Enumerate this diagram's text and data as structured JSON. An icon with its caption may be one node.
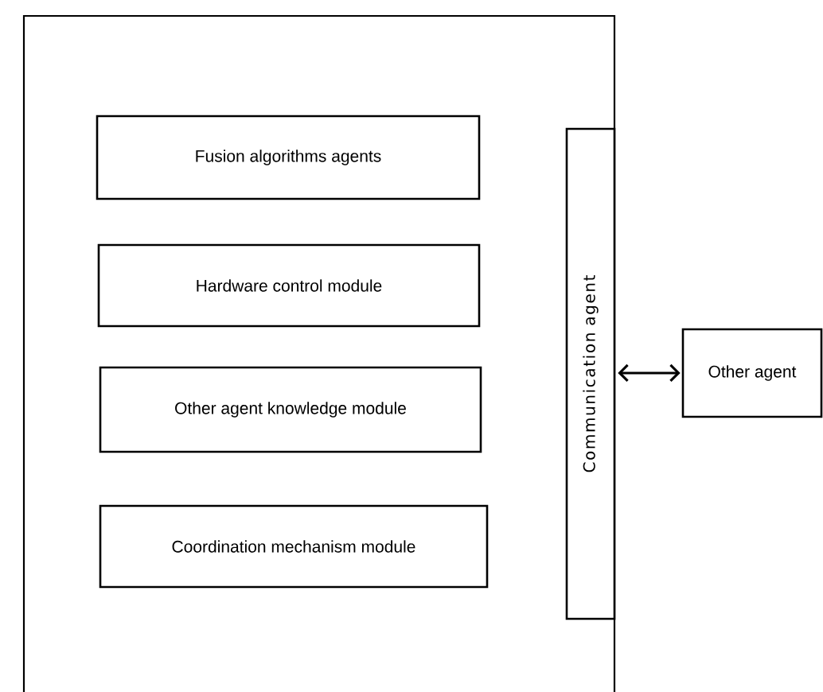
{
  "diagram": {
    "nodes": [
      {
        "text": [],
        "shape": "box"
      },
      {
        "text": [
          "Fusion algorithms agents"
        ],
        "in": 0
      },
      {
        "text": [
          "Hardware control module"
        ],
        "in": 0
      },
      {
        "text": [
          "Other agent knowledge module"
        ],
        "in": 0
      },
      {
        "text": [
          "Coordination mechanism module"
        ],
        "in": 0
      },
      {
        "text": [
          "Communication agent"
        ],
        "in": 0
      },
      {
        "text": [
          "Other agent"
        ]
      }
    ],
    "edges": [
      {
        "from": 5,
        "to": 6,
        "arrow": "both"
      }
    ]
  }
}
